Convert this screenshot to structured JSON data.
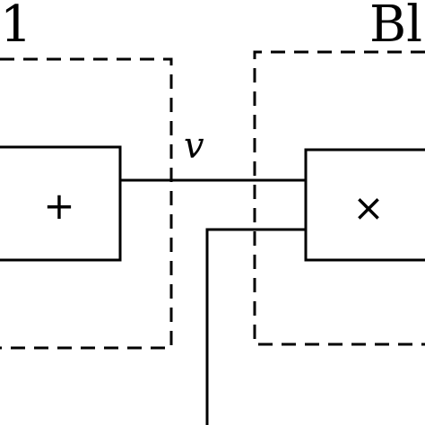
{
  "diagram": {
    "block_left_label": "1",
    "block_right_label": "Bl",
    "adder_symbol": "+",
    "multiplier_symbol": "×",
    "signal_label": "v",
    "colors": {
      "stroke": "#000000",
      "background": "#ffffff"
    }
  }
}
